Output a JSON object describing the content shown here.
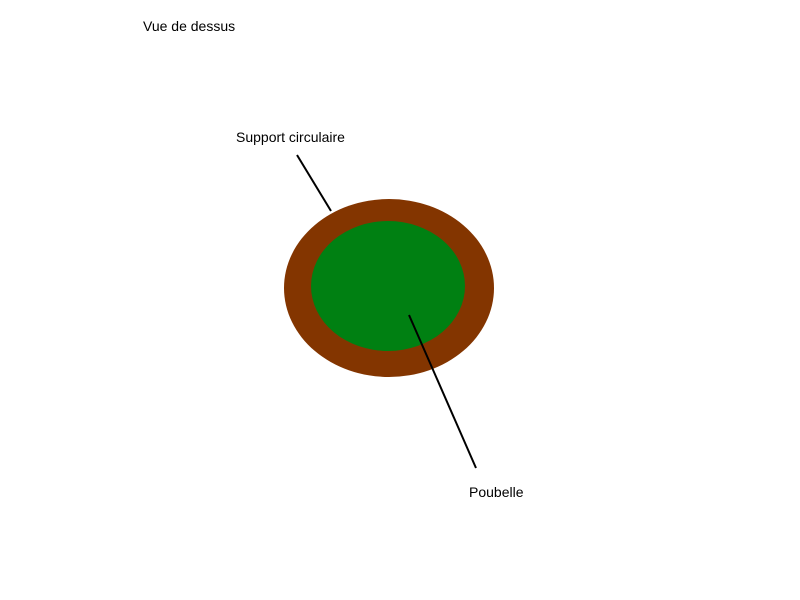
{
  "title": "Vue de dessus",
  "labels": {
    "support": "Support circulaire",
    "poubelle": "Poubelle"
  },
  "colors": {
    "support": "#833500",
    "poubelle": "#008012",
    "leader_line": "#000000"
  }
}
